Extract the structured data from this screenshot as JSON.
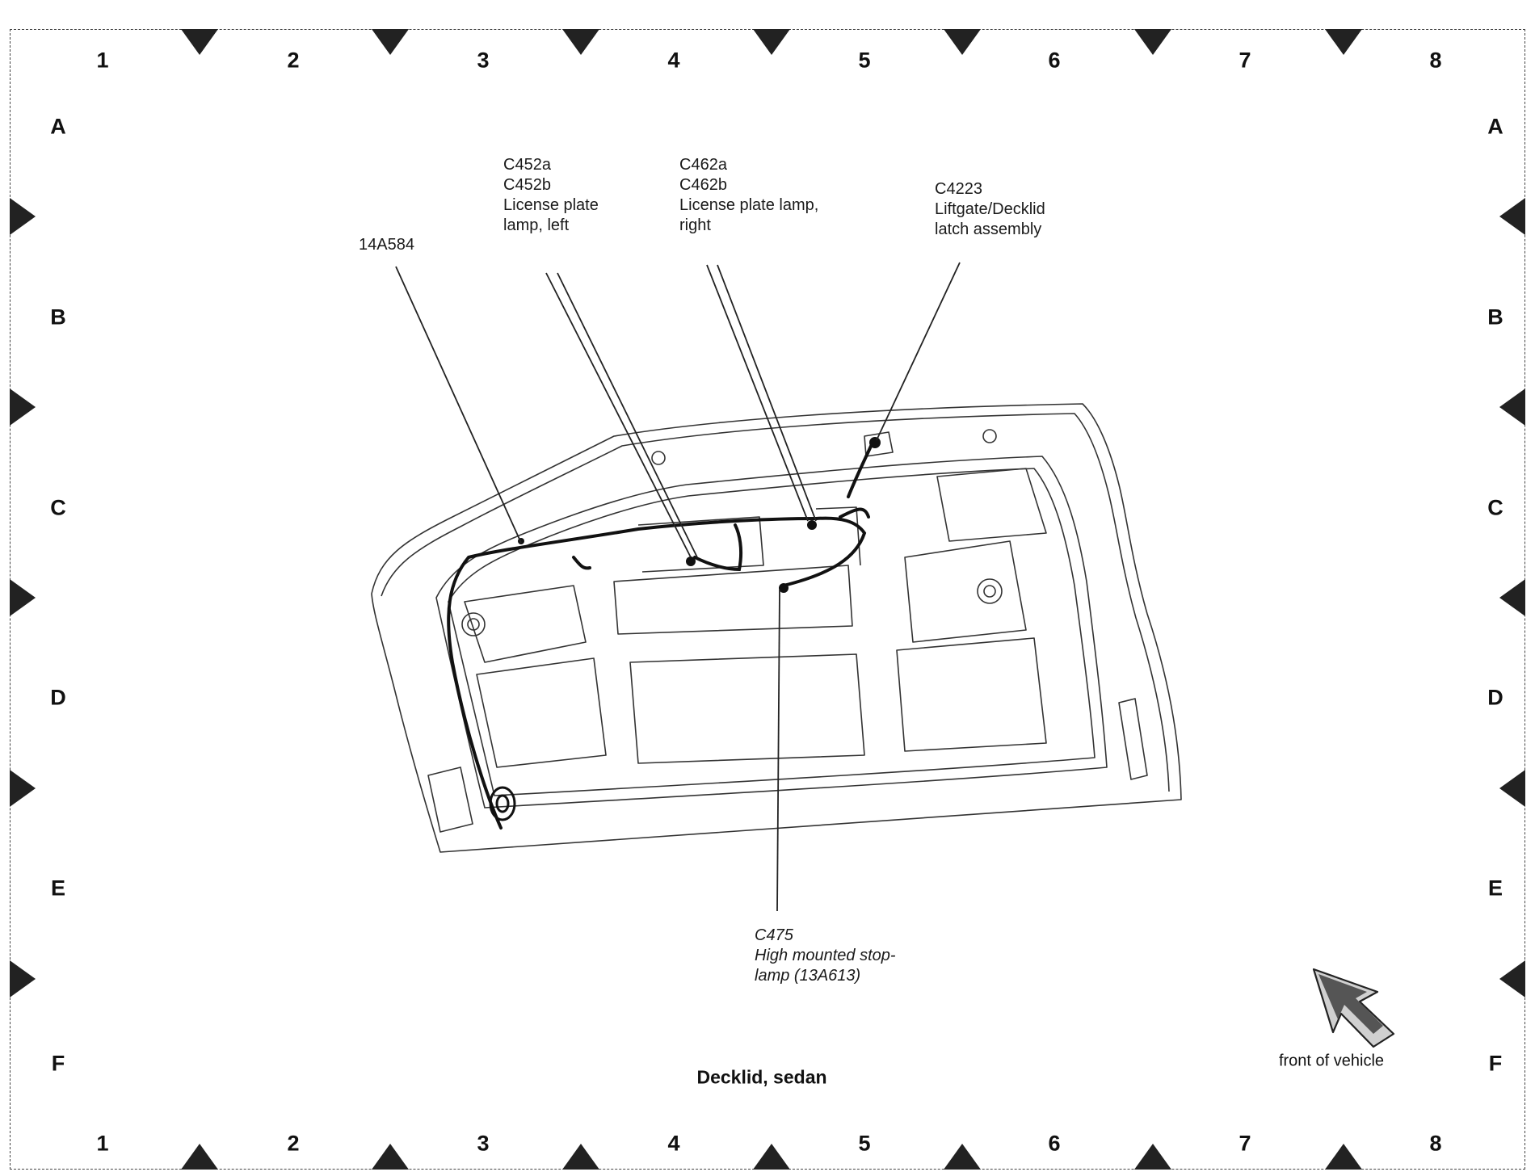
{
  "grid": {
    "columns": [
      "1",
      "2",
      "3",
      "4",
      "5",
      "6",
      "7",
      "8"
    ],
    "rows": [
      "A",
      "B",
      "C",
      "D",
      "E",
      "F"
    ]
  },
  "title": "Decklid, sedan",
  "callouts": {
    "harness": {
      "lines": [
        "14A584"
      ]
    },
    "lp_left": {
      "lines": [
        "C452a",
        "C452b",
        "License plate",
        "lamp, left"
      ]
    },
    "lp_right": {
      "lines": [
        "C462a",
        "C462b",
        "License plate lamp,",
        "right"
      ]
    },
    "latch": {
      "lines": [
        "C4223",
        "Liftgate/Decklid",
        "latch assembly"
      ]
    },
    "stoplamp": {
      "lines": [
        "C475",
        "High mounted stop-",
        "lamp (13A613)"
      ]
    }
  },
  "front_label": "front of vehicle",
  "icons": {
    "direction": "front-arrow-icon",
    "grid_marker": "triangle-marker-icon"
  }
}
